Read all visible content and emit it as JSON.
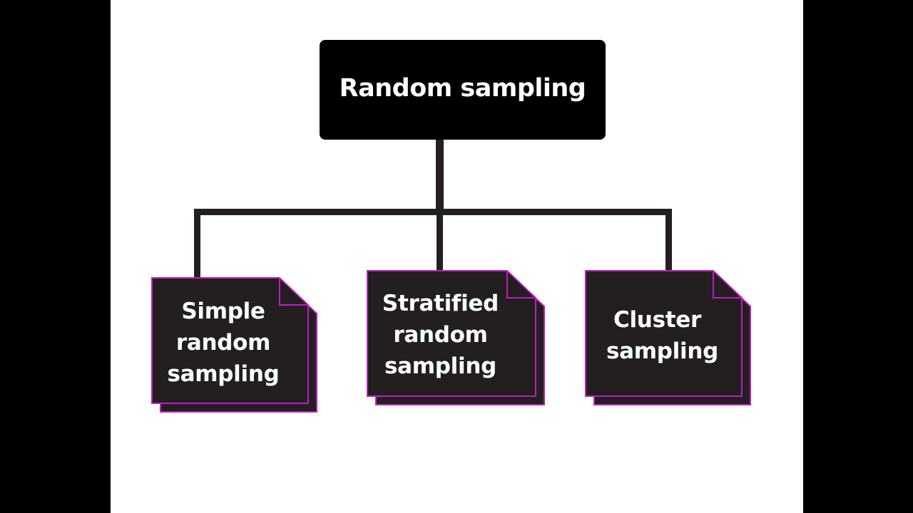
{
  "diagram": {
    "root": {
      "label": "Random sampling"
    },
    "children": [
      {
        "id": "simple",
        "lines": [
          "Simple",
          "random",
          "sampling"
        ]
      },
      {
        "id": "stratified",
        "lines": [
          "Stratified",
          "random",
          "sampling"
        ]
      },
      {
        "id": "cluster",
        "lines": [
          "Cluster",
          "sampling"
        ]
      }
    ]
  },
  "colors": {
    "page_background": "#000000",
    "slide_background": "#ffffff",
    "root_fill": "#000000",
    "node_fill": "#231f20",
    "node_border": "#c21bc2",
    "connector": "#231f20",
    "text": "#ffffff"
  }
}
